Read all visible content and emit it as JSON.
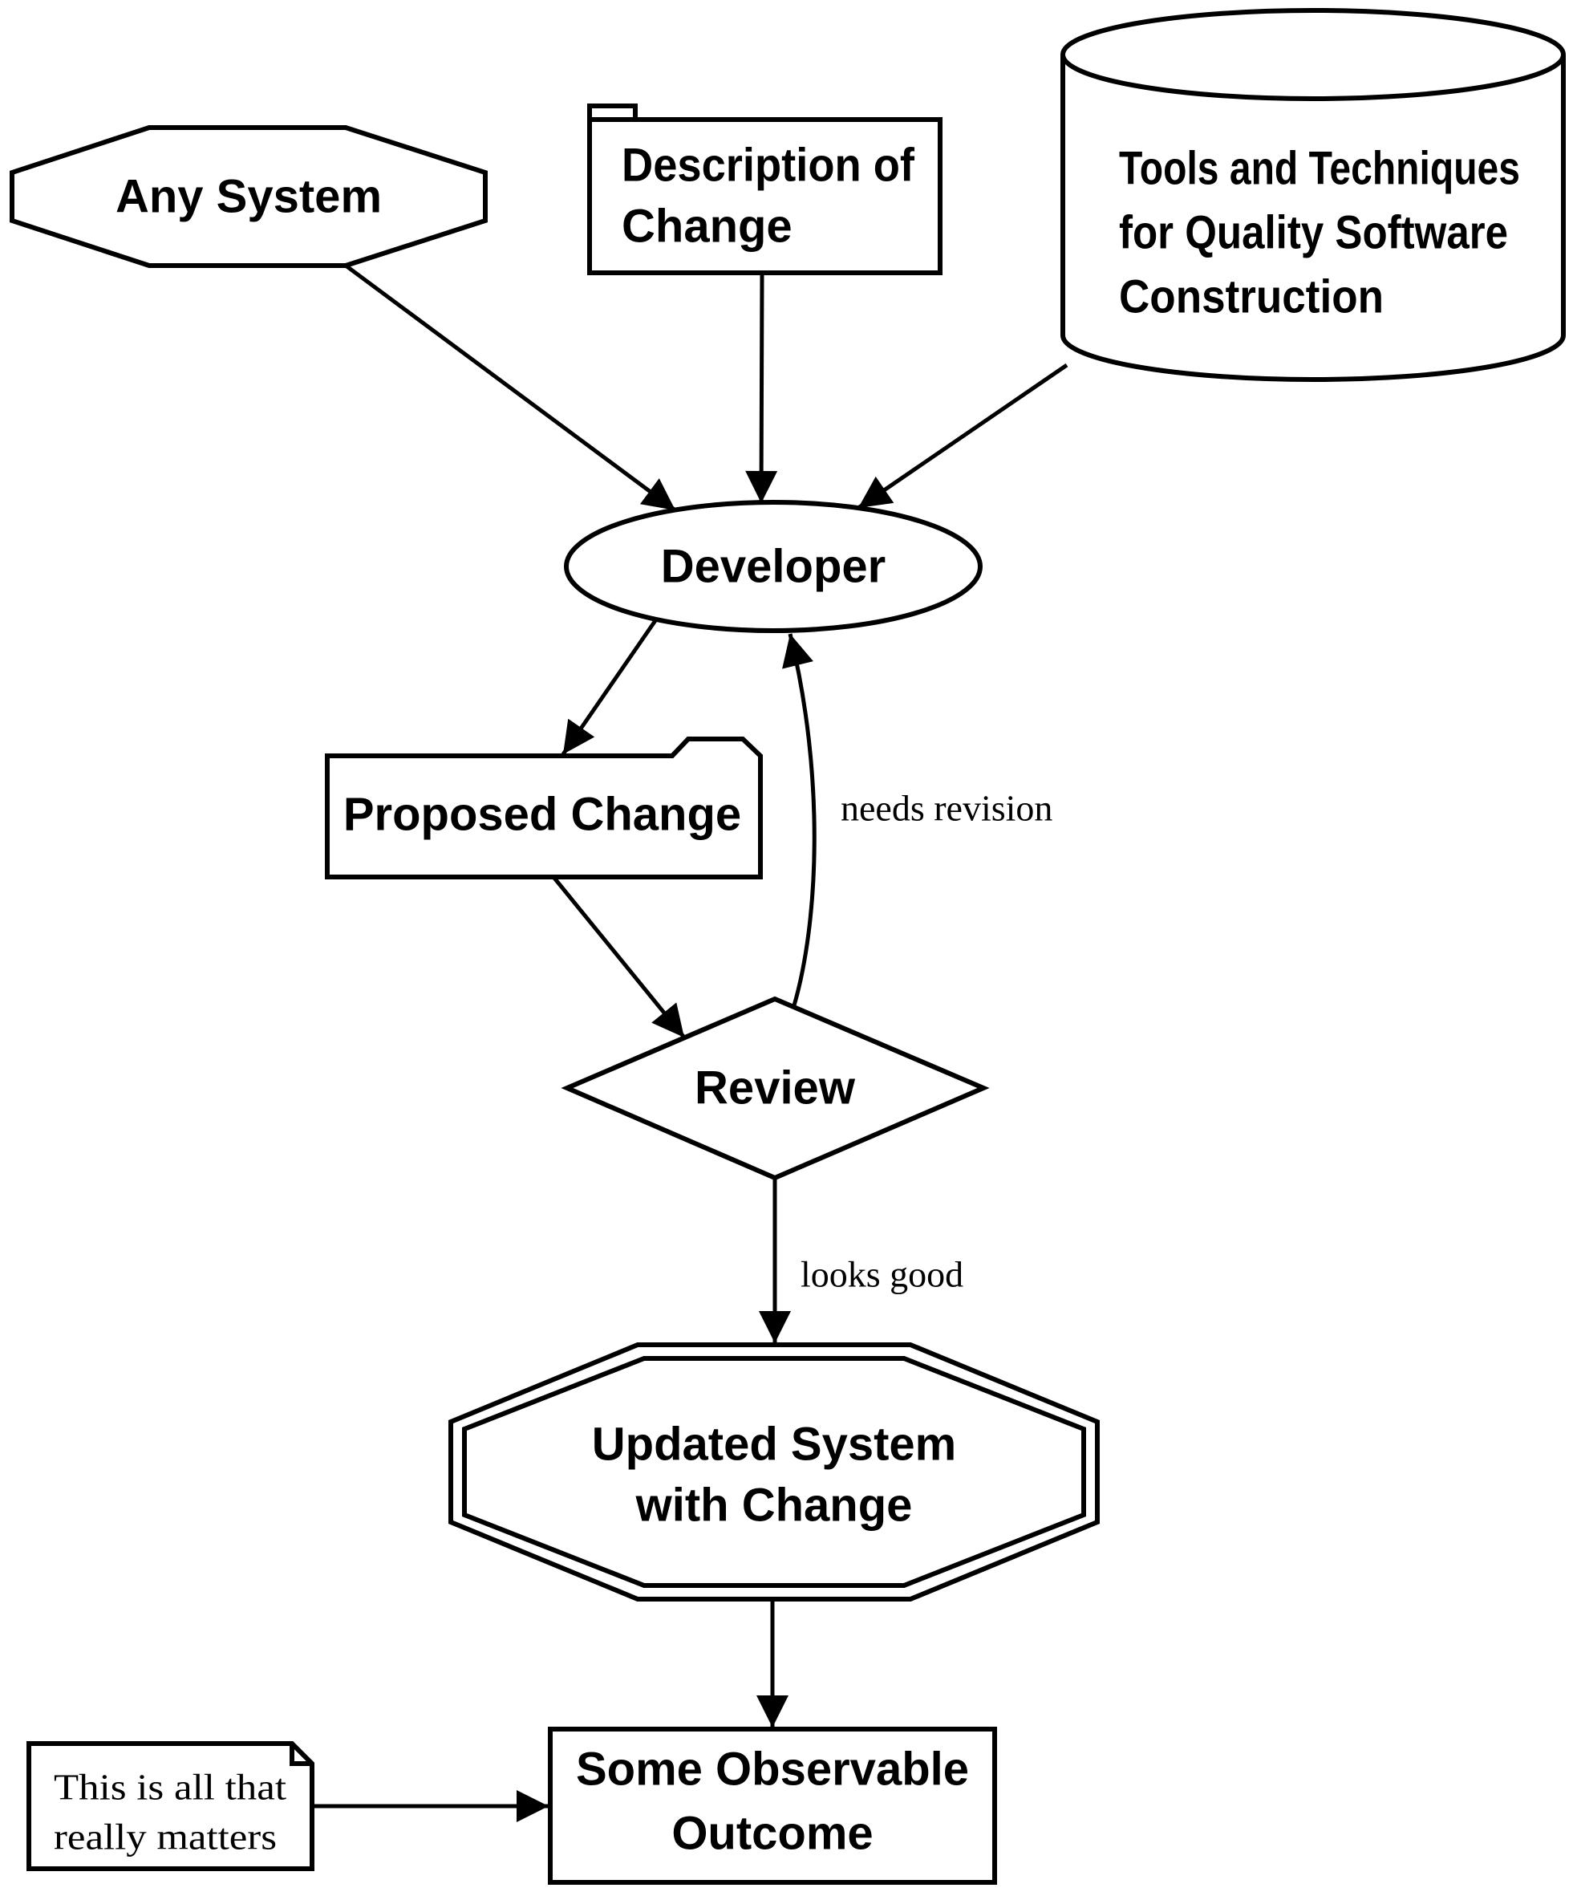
{
  "diagram": {
    "background": "#ffffff",
    "stroke_color": "#000000",
    "text_color": "#000000"
  },
  "nodes": {
    "any_system": {
      "label": "Any System",
      "shape": "octagon"
    },
    "description_of_change": {
      "lines": [
        "Description of",
        "Change"
      ],
      "shape": "tab"
    },
    "tools_and_techniques": {
      "lines": [
        "Tools and Techniques",
        "for Quality Software",
        "Construction"
      ],
      "shape": "cylinder"
    },
    "developer": {
      "label": "Developer",
      "shape": "ellipse"
    },
    "proposed_change": {
      "label": "Proposed Change",
      "shape": "folder"
    },
    "review": {
      "label": "Review",
      "shape": "diamond"
    },
    "updated_system": {
      "lines": [
        "Updated System",
        "with Change"
      ],
      "shape": "double-octagon"
    },
    "some_observable_outcome": {
      "lines": [
        "Some Observable",
        "Outcome"
      ],
      "shape": "rectangle"
    },
    "note": {
      "lines": [
        "This is all that",
        "really matters"
      ],
      "shape": "note"
    }
  },
  "edges": [
    {
      "from": "any_system",
      "to": "developer",
      "label": ""
    },
    {
      "from": "description_of_change",
      "to": "developer",
      "label": ""
    },
    {
      "from": "tools_and_techniques",
      "to": "developer",
      "label": ""
    },
    {
      "from": "developer",
      "to": "proposed_change",
      "label": ""
    },
    {
      "from": "proposed_change",
      "to": "review",
      "label": ""
    },
    {
      "from": "review",
      "to": "developer",
      "label": "needs revision"
    },
    {
      "from": "review",
      "to": "updated_system",
      "label": "looks good"
    },
    {
      "from": "updated_system",
      "to": "some_observable_outcome",
      "label": ""
    },
    {
      "from": "note",
      "to": "some_observable_outcome",
      "label": ""
    }
  ]
}
